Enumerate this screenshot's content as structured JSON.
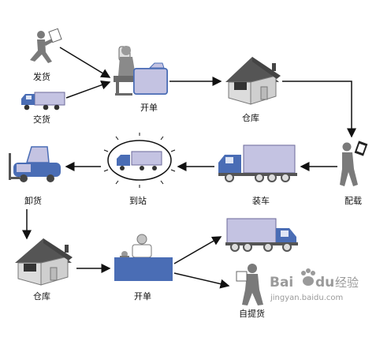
{
  "labels": {
    "ship_person": "发货",
    "deliver": "交货",
    "open_order_top": "开单",
    "warehouse_top": "仓库",
    "load_truck": "装车",
    "dispatch": "配载",
    "arrive_station": "到站",
    "unload": "卸货",
    "warehouse_bottom": "仓库",
    "open_order_bottom": "开单",
    "self_pickup": "自提货"
  },
  "watermark": {
    "brand": "Bai",
    "brand2": "du",
    "suffix": "经验",
    "url": "jingyan.baidu.com"
  },
  "colors": {
    "accent_blue": "#4a6db5",
    "lavender": "#c4c3e2",
    "roof": "#555555",
    "wall": "#dcdcdc",
    "person": "#7a7a7a"
  }
}
